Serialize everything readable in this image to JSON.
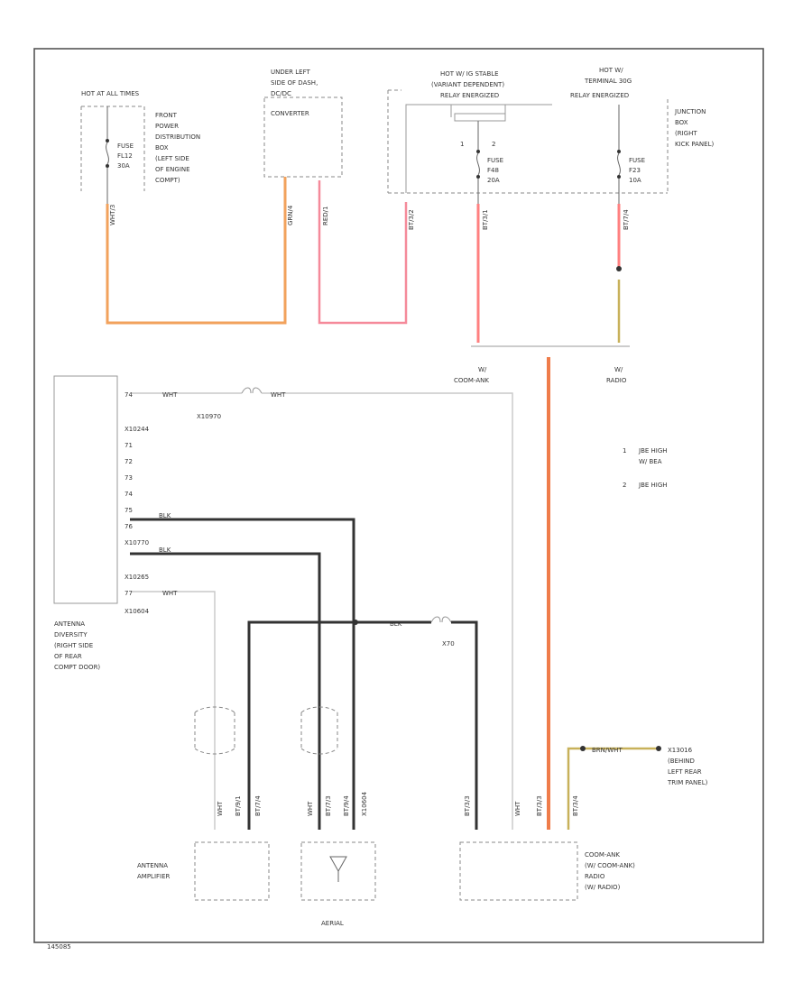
{
  "feeds": {
    "hot_at_all_times": "HOT AT ALL TIMES",
    "front_pdb": [
      "FRONT",
      "POWER",
      "DISTRIBUTION",
      "BOX",
      "(LEFT SIDE",
      "OF ENGINE",
      "COMPT)"
    ],
    "fuse1": [
      "FUSE",
      "FL12",
      "30A"
    ],
    "under_left_dash": [
      "UNDER LEFT",
      "SIDE OF DASH,",
      "DC/DC",
      "CONVERTER"
    ],
    "hot_w_ign_stable": [
      "HOT W/ IG STABLE",
      "(VARIANT DEPENDENT)",
      "RELAY ENERGIZED"
    ],
    "hot_w_terminal": [
      "HOT W/",
      "TERMINAL 30G",
      "RELAY ENERGIZED"
    ],
    "junction_box": [
      "JUNCTION",
      "BOX",
      "(RIGHT",
      "KICK PANEL)"
    ],
    "fuse2": [
      "FUSE",
      "F48",
      "20A"
    ],
    "fuse3": [
      "FUSE",
      "F23",
      "10A"
    ],
    "pin1": "1",
    "pin2": "2"
  },
  "wire_codes": {
    "w_left": "WHT/3",
    "w_dcdc1": "GRN/4",
    "w_dcdc2": "RED/1",
    "w_jb1": "BT/3/2",
    "w_jb2": "BT/3/1",
    "w_jb3": "BT/7/4"
  },
  "splice": {
    "coom_label": [
      "W/",
      "COOM-ANK"
    ],
    "radio_label": [
      "W/",
      "RADIO"
    ]
  },
  "notes": {
    "n1_num": "1",
    "n1_text": [
      "JBE HIGH",
      "W/ BEA"
    ],
    "n2_num": "2",
    "n2_text": "JBE HIGH"
  },
  "antenna_diversity": {
    "label": [
      "ANTENNA",
      "DIVERSITY",
      "(RIGHT SIDE",
      "OF REAR",
      "COMPT DOOR)"
    ],
    "pin_74": "74",
    "x10244": "X10244",
    "pins": [
      "71",
      "72",
      "73",
      "74",
      "75"
    ],
    "pin_76": "76",
    "x10770": "X10770",
    "x10265": "X10265",
    "pin_77": "77",
    "x10604": "X10604",
    "wht_a": "WHT",
    "wht_b": "WHT",
    "blk_a": "BLK",
    "blk_b": "BLK",
    "wht_c": "WHT",
    "conn_a": "X10970",
    "blk_c": "BLK",
    "conn_c": "X70"
  },
  "bottom": {
    "ant_amp_label": [
      "ANTENNA",
      "AMPLIFIER"
    ],
    "aerial_label": "AERIAL",
    "coom_label": [
      "COOM-ANK",
      "(W/ COOM-ANK)",
      "RADIO",
      "(W/ RADIO)"
    ],
    "ground_label": [
      "X13016",
      "(BEHIND",
      "LEFT REAR",
      "TRIM PANEL)"
    ],
    "ground_wire": "BRN/WHT",
    "pin_codes": [
      "WHT",
      "BT/9/1",
      "BT/7/4",
      "WHT",
      "BT/7/3",
      "BT/9/4",
      "X10604",
      "BT/3/3",
      "WHT",
      "BT/3/3",
      "BT/3/4"
    ]
  },
  "footer": {
    "code": "145085"
  }
}
